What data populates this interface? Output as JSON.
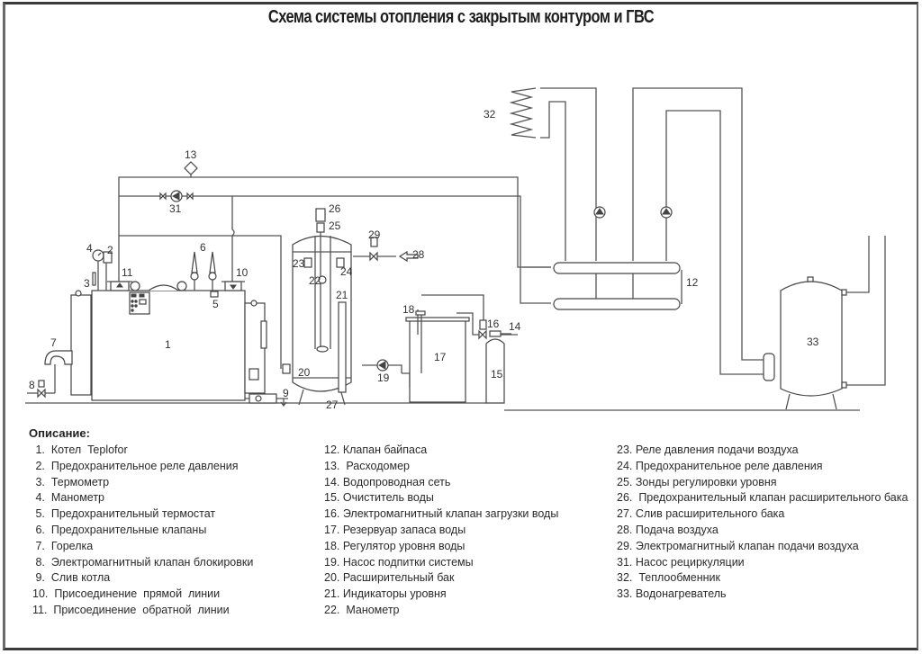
{
  "title": "Схема системы отопления с закрытым контуром и ГВС",
  "diagram_labels": {
    "l1": "1",
    "l2": "2",
    "l3": "3",
    "l4": "4",
    "l5": "5",
    "l6": "6",
    "l7": "7",
    "l8": "8",
    "l9": "9",
    "l10": "10",
    "l11": "11",
    "l12": "12",
    "l13": "13",
    "l14": "14",
    "l15": "15",
    "l16": "16",
    "l17": "17",
    "l18": "18",
    "l19": "19",
    "l20": "20",
    "l21": "21",
    "l22": "22",
    "l23": "23",
    "l24": "24",
    "l25": "25",
    "l26": "26",
    "l27": "27",
    "l28": "28",
    "l29": "29",
    "l31": "31",
    "l32": "32",
    "l33": "33"
  },
  "legend": {
    "heading": "Описание:",
    "columns": [
      [
        " 1.  Котел  Teplofor",
        " 2.  Предохранительное реле давления",
        " 3.  Термометр",
        " 4.  Манометр",
        " 5.  Предохранительный термостат",
        " 6.  Предохранительные клапаны",
        " 7.  Горелка",
        " 8.  Электромагнитный клапан блокировки",
        " 9.  Слив котла",
        "10.  Присоединение  прямой  линии",
        "11.  Присоединение  обратной  линии"
      ],
      [
        "12. Клапан байпаса",
        "13.  Расходомер",
        "14. Водопроводная сеть",
        "15. Очиститель воды",
        "16. Электромагнитный клапан загрузки воды",
        "17. Резервуар запаса воды",
        "18. Регулятор уровня воды",
        "19. Насос подпитки системы",
        "20. Расширительный бак",
        "21. Индикаторы уровня",
        "22.  Манометр"
      ],
      [
        "23. Реле давления подачи воздуха",
        "24. Предохранительное реле давления",
        "25. Зонды регулировки уровня",
        "26.  Предохранительный клапан расширительного бака",
        "27. Слив расширительного бака",
        "28. Подача воздуха",
        "29. Электромагнитный клапан подачи воздуха",
        "31. Насос рециркуляции",
        "32.  Теплообменник",
        "33. Водонагреватель"
      ]
    ]
  }
}
